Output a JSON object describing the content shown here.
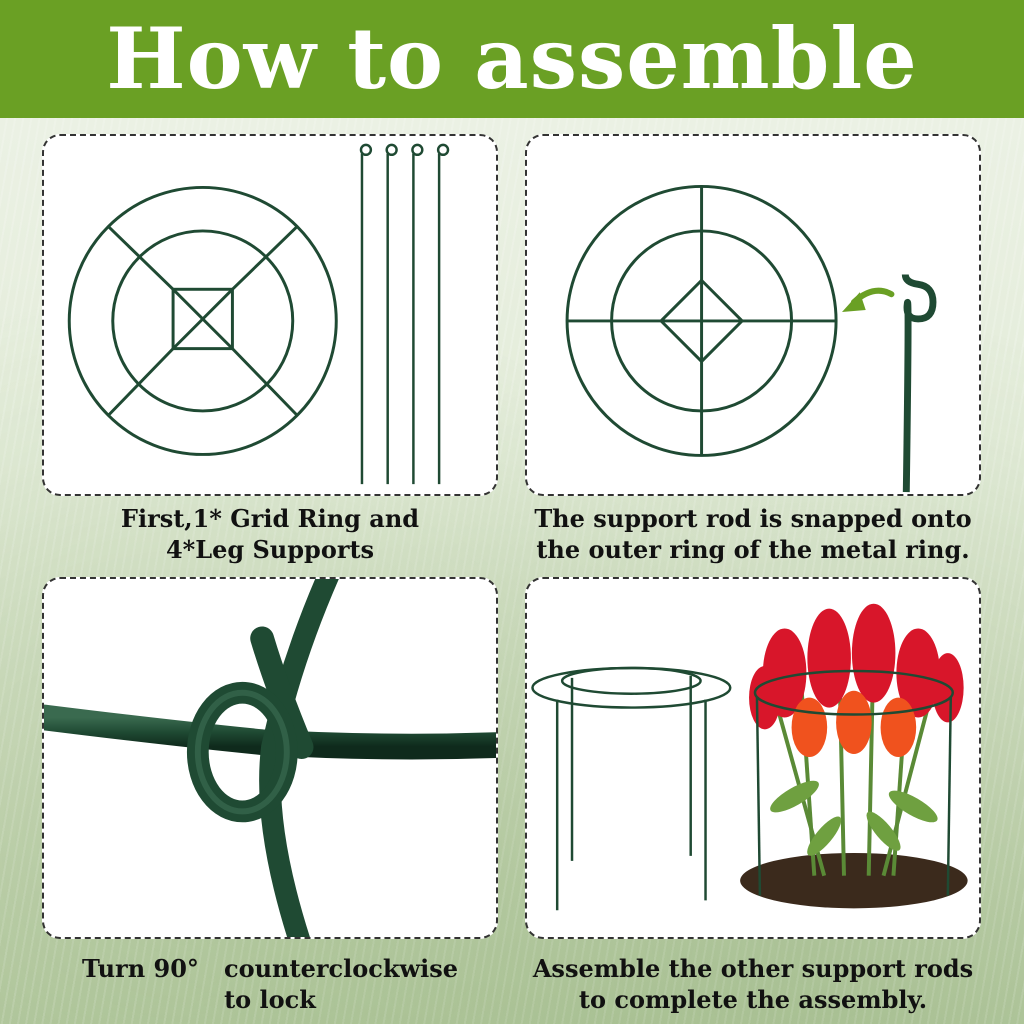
{
  "title": "How to assemble",
  "steps": [
    {
      "line1": "First,1* Grid Ring and",
      "line2": "4*Leg Supports"
    },
    {
      "line1": "The support rod is snapped onto",
      "line2": "the outer ring of the metal ring."
    },
    {
      "line1": "Turn 90°   counterclockwise",
      "line2": "to lock"
    },
    {
      "line1": "Assemble the other support rods",
      "line2": "to complete the assembly."
    }
  ],
  "colors": {
    "header_green": "#6aa024",
    "wire_green": "#1f4a33",
    "arrow_green": "#6aa024",
    "flower_red": "#d8162a",
    "flower_orange": "#f0521e"
  },
  "icons": [
    "grid-ring-icon",
    "leg-support-icon",
    "arrow-icon",
    "lock-joint-icon",
    "assembled-frame-icon",
    "flower-plant-icon"
  ]
}
